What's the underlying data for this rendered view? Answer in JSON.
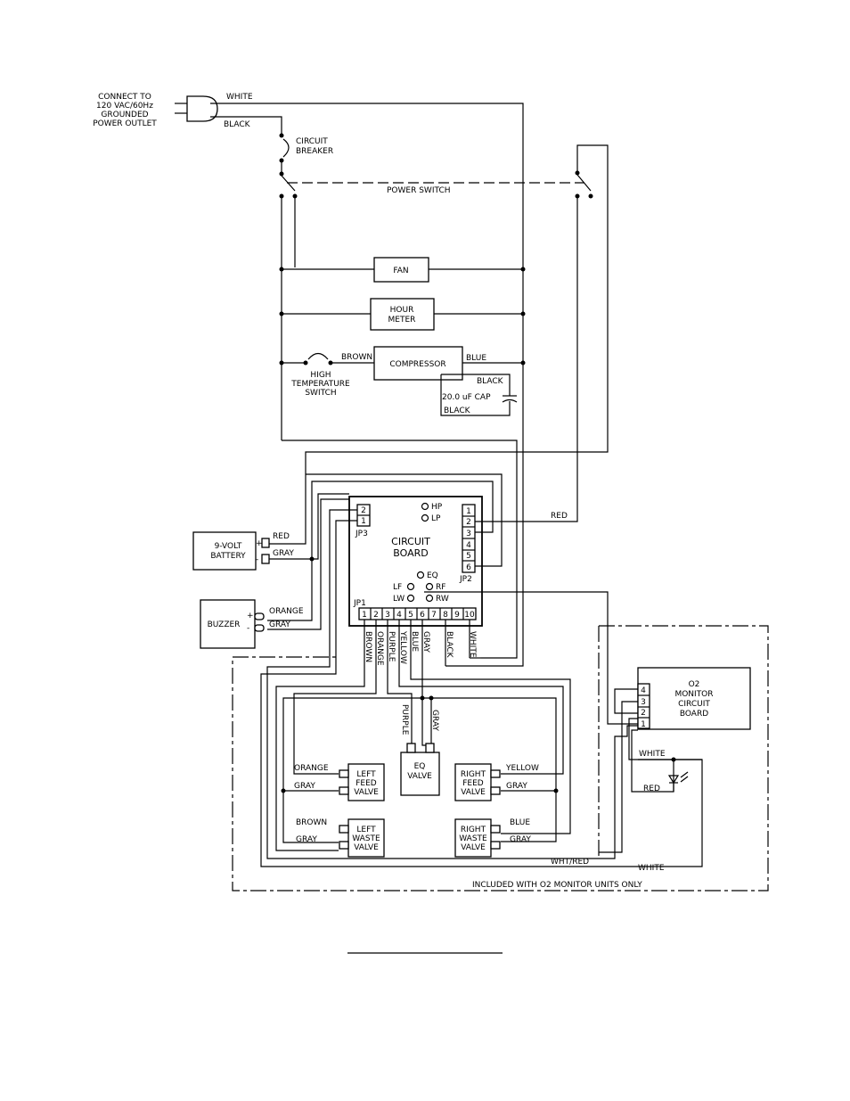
{
  "power_plug": {
    "label_lines": [
      "CONNECT TO",
      "120 VAC/60Hz",
      "GROUNDED",
      "POWER OUTLET"
    ],
    "white_wire": "WHITE",
    "black_wire": "BLACK"
  },
  "circuit_breaker": {
    "label_lines": [
      "CIRCUIT",
      "BREAKER"
    ]
  },
  "power_switch": {
    "label": "POWER SWITCH"
  },
  "fan": {
    "label": "FAN"
  },
  "hour_meter": {
    "label_lines": [
      "HOUR",
      "METER"
    ]
  },
  "compressor": {
    "label": "COMPRESSOR",
    "brown_wire": "BROWN",
    "blue_wire": "BLUE",
    "cap_black_top": "BLACK",
    "cap_label": "20.0 uF CAP",
    "cap_black_bottom": "BLACK"
  },
  "high_temp_switch": {
    "label_lines": [
      "HIGH",
      "TEMPERATURE",
      "SWITCH"
    ]
  },
  "battery": {
    "label_lines": [
      "9-VOLT",
      "BATTERY"
    ],
    "plus": "+",
    "minus": "-",
    "red": "RED",
    "gray": "GRAY"
  },
  "buzzer": {
    "label": "BUZZER",
    "plus": "+",
    "minus": "-",
    "orange": "ORANGE",
    "gray": "GRAY"
  },
  "circuit_board": {
    "label_lines": [
      "CIRCUIT",
      "BOARD"
    ],
    "jp3": {
      "name": "JP3",
      "pins": [
        "2",
        "1"
      ]
    },
    "jp2": {
      "name": "JP2",
      "pins": [
        "1",
        "2",
        "3",
        "4",
        "5",
        "6"
      ]
    },
    "jp1": {
      "name": "JP1",
      "pins": [
        "1",
        "2",
        "3",
        "4",
        "5",
        "6",
        "7",
        "8",
        "9",
        "10"
      ]
    },
    "leds": [
      "HP",
      "LP",
      "EQ",
      "LF",
      "RF",
      "LW",
      "RW"
    ],
    "red_wire": "RED",
    "jp1_wires": [
      "BROWN",
      "ORANGE",
      "PURPLE",
      "YELLOW",
      "BLUE",
      "GRAY",
      "BLACK",
      "WHITE"
    ]
  },
  "eq_valve": {
    "label_lines": [
      "EQ",
      "VALVE"
    ],
    "purple": "PURPLE",
    "gray": "GRAY"
  },
  "left_feed_valve": {
    "label_lines": [
      "LEFT",
      "FEED",
      "VALVE"
    ],
    "w1": "ORANGE",
    "w2": "GRAY"
  },
  "left_waste_valve": {
    "label_lines": [
      "LEFT",
      "WASTE",
      "VALVE"
    ],
    "w1": "BROWN",
    "w2": "GRAY"
  },
  "right_feed_valve": {
    "label_lines": [
      "RIGHT",
      "FEED",
      "VALVE"
    ],
    "w1": "YELLOW",
    "w2": "GRAY"
  },
  "right_waste_valve": {
    "label_lines": [
      "RIGHT",
      "WASTE",
      "VALVE"
    ],
    "w1": "BLUE",
    "w2": "GRAY"
  },
  "o2_monitor": {
    "label_lines": [
      "O2",
      "MONITOR",
      "CIRCUIT",
      "BOARD"
    ],
    "pins": [
      "4",
      "3",
      "2",
      "1"
    ],
    "white": "WHITE",
    "red": "RED",
    "wht_red": "WHT/RED",
    "white_bottom": "WHITE",
    "included_note": "INCLUDED WITH O2 MONITOR UNITS ONLY"
  }
}
